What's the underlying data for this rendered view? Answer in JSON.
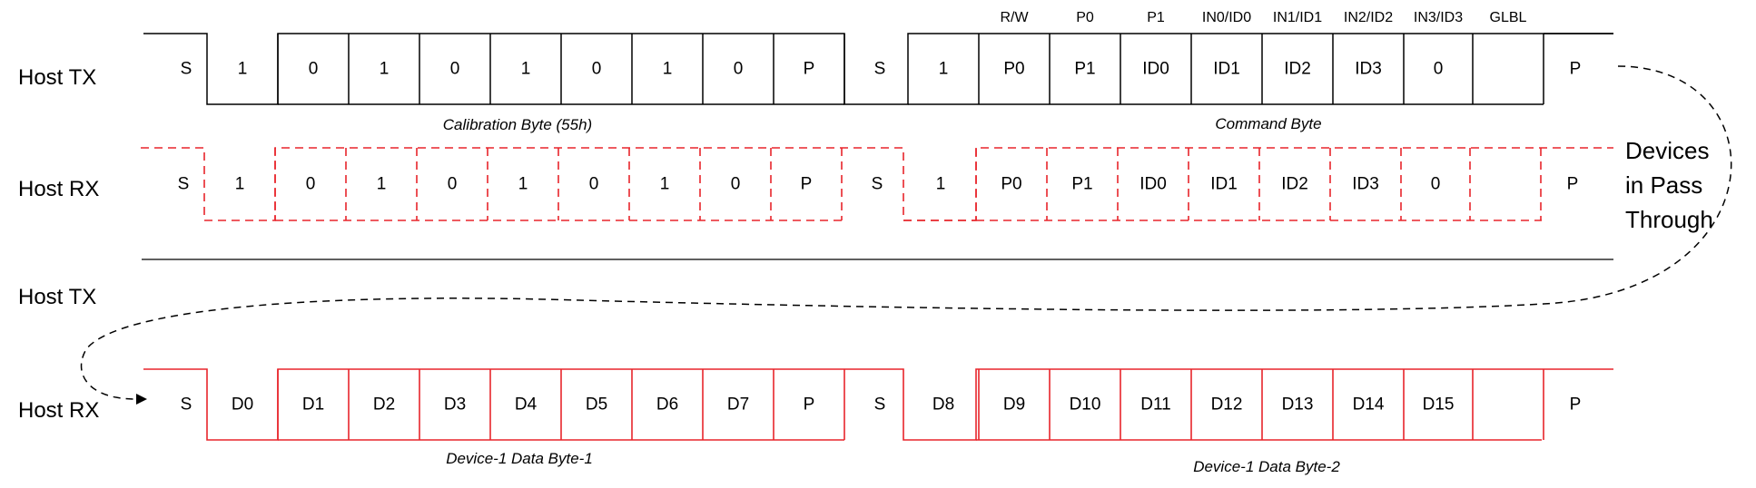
{
  "colors": {
    "line": "#000000",
    "rx_line": "#e8252b",
    "background": "#ffffff"
  },
  "signal_labels": {
    "row1": "Host TX",
    "row2": "Host RX",
    "row3": "Host TX",
    "row4": "Host RX"
  },
  "row1_bits": [
    "S",
    "1",
    "0",
    "1",
    "0",
    "1",
    "0",
    "1",
    "0",
    "P",
    "S",
    "1",
    "P0",
    "P1",
    "ID0",
    "ID1",
    "ID2",
    "ID3",
    "0",
    "P"
  ],
  "row2_bits": [
    "S",
    "1",
    "0",
    "1",
    "0",
    "1",
    "0",
    "1",
    "0",
    "P",
    "S",
    "1",
    "P0",
    "P1",
    "ID0",
    "ID1",
    "ID2",
    "ID3",
    "0",
    "P"
  ],
  "row4_bits": [
    "S",
    "D0",
    "D1",
    "D2",
    "D3",
    "D4",
    "D5",
    "D6",
    "D7",
    "P",
    "S",
    "D8",
    "D9",
    "D10",
    "D11",
    "D12",
    "D13",
    "D14",
    "D15",
    "P"
  ],
  "command_field_headers": [
    "R/W",
    "P0",
    "P1",
    "IN0/ID0",
    "IN1/ID1",
    "IN2/ID2",
    "IN3/ID3",
    "GLBL"
  ],
  "captions": {
    "calibration": "Calibration Byte (55h)",
    "command": "Command Byte",
    "data_byte_1": "Device-1 Data Byte-1",
    "data_byte_2": "Device-1 Data Byte-2"
  },
  "pass_through_note": [
    "Devices",
    "in Pass",
    "Through"
  ]
}
